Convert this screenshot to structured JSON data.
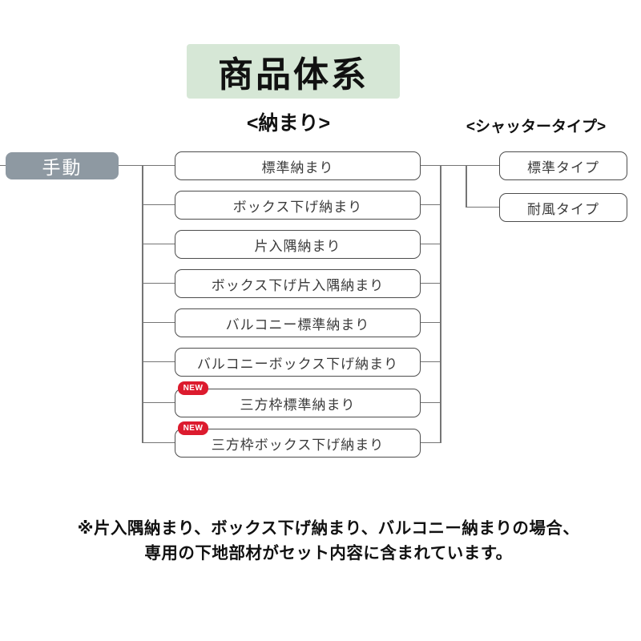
{
  "title": "商品体系",
  "sections": {
    "nakamari_label": "<納まり>",
    "shutter_label": "<シャッタータイプ>"
  },
  "root": {
    "label": "手動"
  },
  "new_badge_label": "NEW",
  "nakamari_items": [
    {
      "label": "標準納まり",
      "is_new": false
    },
    {
      "label": "ボックス下げ納まり",
      "is_new": false
    },
    {
      "label": "片入隅納まり",
      "is_new": false
    },
    {
      "label": "ボックス下げ片入隅納まり",
      "is_new": false
    },
    {
      "label": "バルコニー標準納まり",
      "is_new": false
    },
    {
      "label": "バルコニーボックス下げ納まり",
      "is_new": false
    },
    {
      "label": "三方枠標準納まり",
      "is_new": true
    },
    {
      "label": "三方枠ボックス下げ納まり",
      "is_new": true
    }
  ],
  "shutter_items": [
    {
      "label": "標準タイプ"
    },
    {
      "label": "耐風タイプ"
    }
  ],
  "footnote": {
    "line1": "※片入隅納まり、ボックス下げ納まり、バルコニー納まりの場合、",
    "line2": "専用の下地部材がセット内容に含まれています。"
  },
  "colors": {
    "title_bg": "#d6e7d6",
    "root_bg": "#8e99a2",
    "new_badge_bg": "#dc1b2e",
    "box_border": "#4d4d4d",
    "connector_line": "#757575"
  }
}
